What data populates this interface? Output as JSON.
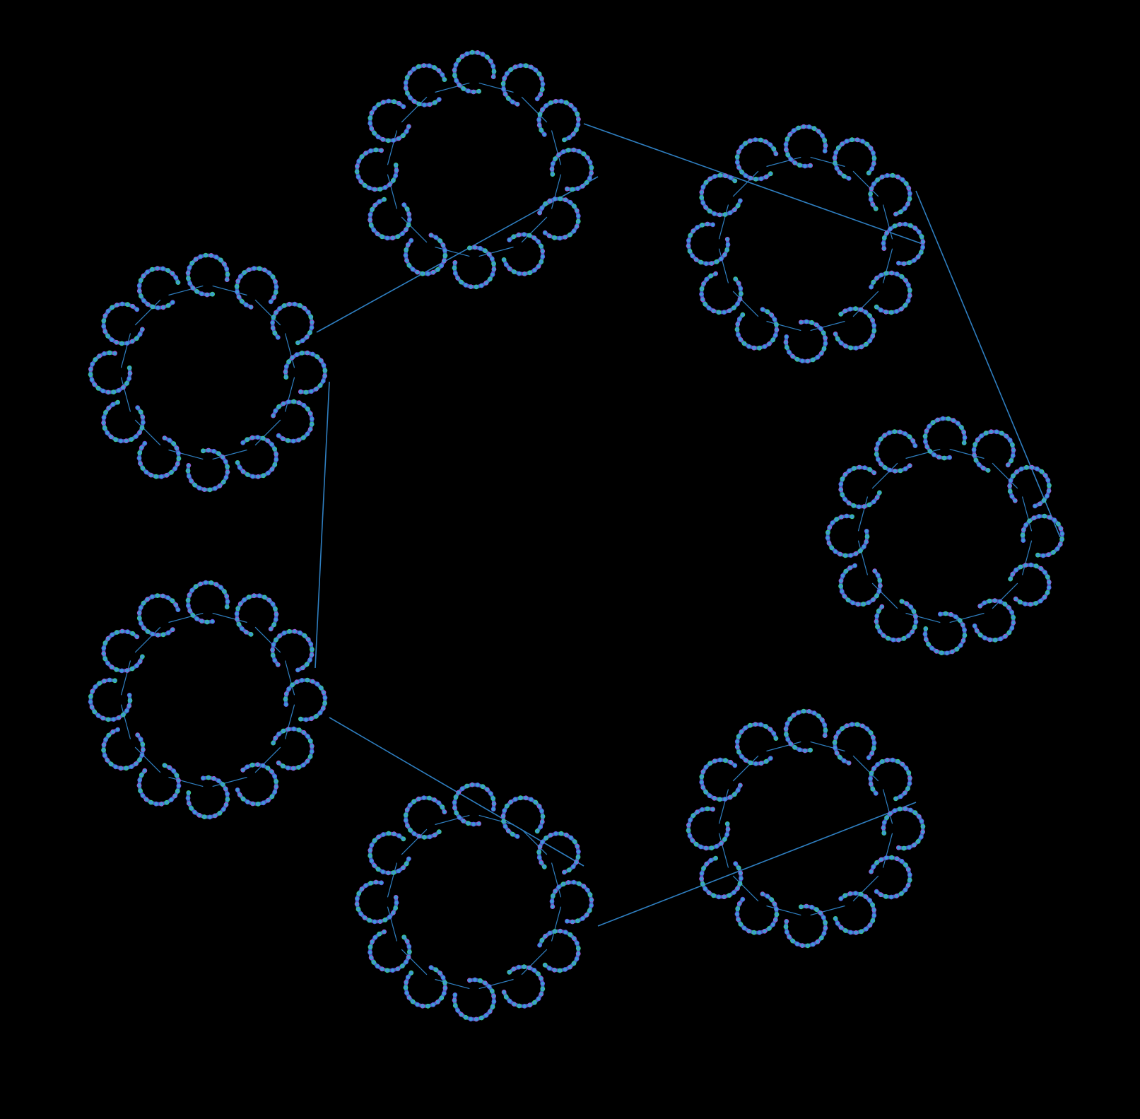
{
  "diagram": {
    "type": "fractal-ring-graph",
    "background": "#000000",
    "colors": {
      "edge": "#2f7fc1",
      "ring": "#2f6fbf",
      "node_inner": "#3a9bd6",
      "node_accent_green": "#3fd07a",
      "node_accent_magenta": "#b04cd0",
      "node_accent_purple": "#6a4ae0"
    },
    "levels": {
      "top_level_cluster_count": 7,
      "sub_rings_per_cluster": 12,
      "nodes_per_sub_ring": 20,
      "sub_ring_gap_nodes": 3
    }
  }
}
